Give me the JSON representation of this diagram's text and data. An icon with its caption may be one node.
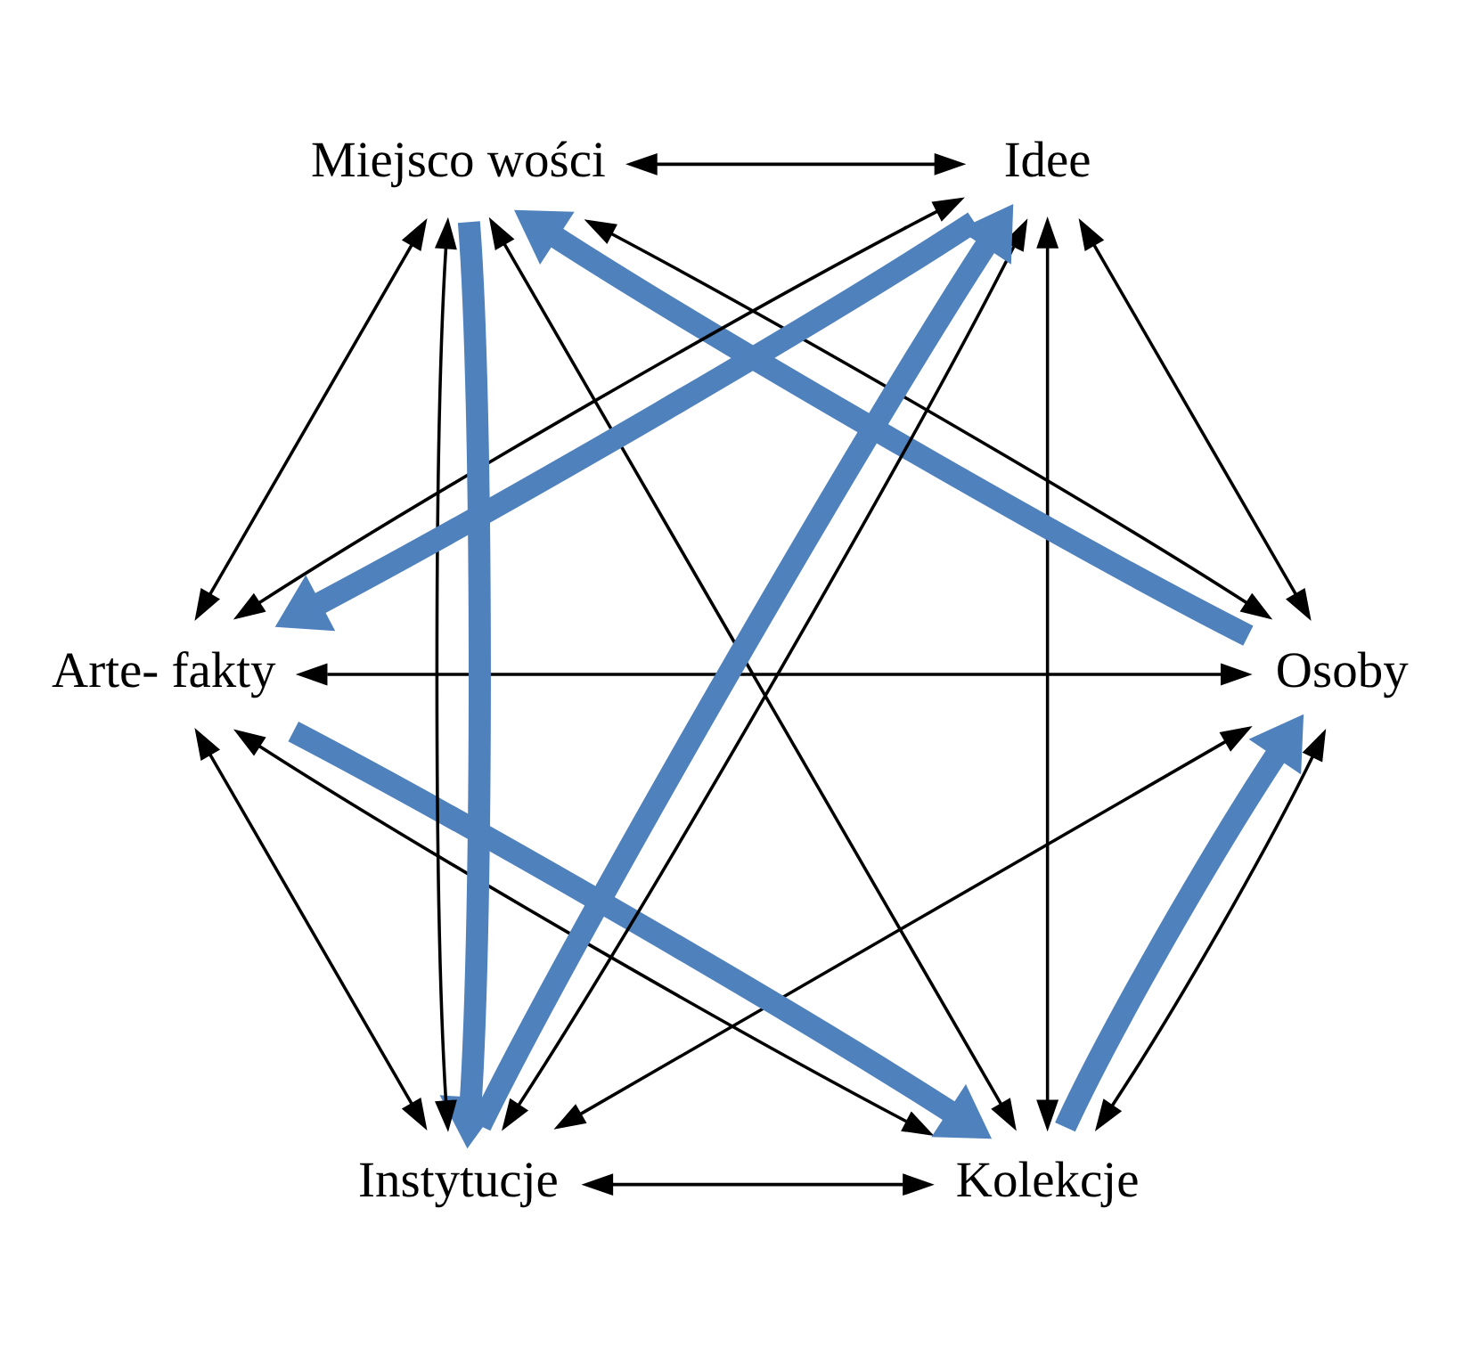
{
  "diagram": {
    "nodes": [
      {
        "text": [
          "Kolekcje"
        ]
      },
      {
        "text": [
          "Osoby"
        ]
      },
      {
        "text": [
          "Arte- fakty"
        ]
      },
      {
        "text": [
          "Miejsco wości"
        ]
      },
      {
        "text": [
          "Idee"
        ]
      },
      {
        "text": [
          "Instytucje"
        ]
      }
    ],
    "edges": [
      {
        "from": 0,
        "to": 1,
        "arrow": "to",
        "style": "thick",
        "color": "#4f81bd"
      },
      {
        "from": 1,
        "to": 3,
        "arrow": "to",
        "style": "thick",
        "color": "#4f81bd"
      },
      {
        "from": 3,
        "to": 5,
        "arrow": "to",
        "style": "thick",
        "color": "#4f81bd"
      },
      {
        "from": 5,
        "to": 4,
        "arrow": "to",
        "style": "thick",
        "color": "#4f81bd"
      },
      {
        "from": 4,
        "to": 2,
        "arrow": "to",
        "style": "thick",
        "color": "#4f81bd"
      },
      {
        "from": 2,
        "to": 0,
        "arrow": "to",
        "style": "thick",
        "color": "#4f81bd"
      },
      {
        "from": 0,
        "to": 1,
        "arrow": "both"
      },
      {
        "from": 0,
        "to": 2,
        "arrow": "both"
      },
      {
        "from": 0,
        "to": 3,
        "arrow": "both"
      },
      {
        "from": 0,
        "to": 4,
        "arrow": "both"
      },
      {
        "from": 0,
        "to": 5,
        "arrow": "both"
      },
      {
        "from": 1,
        "to": 2,
        "arrow": "both"
      },
      {
        "from": 1,
        "to": 3,
        "arrow": "both"
      },
      {
        "from": 1,
        "to": 4,
        "arrow": "both"
      },
      {
        "from": 1,
        "to": 5,
        "arrow": "both"
      },
      {
        "from": 2,
        "to": 3,
        "arrow": "both"
      },
      {
        "from": 2,
        "to": 4,
        "arrow": "both"
      },
      {
        "from": 2,
        "to": 5,
        "arrow": "both"
      },
      {
        "from": 3,
        "to": 4,
        "arrow": "both"
      },
      {
        "from": 3,
        "to": 5,
        "arrow": "both"
      },
      {
        "from": 4,
        "to": 5,
        "arrow": "both"
      }
    ]
  }
}
